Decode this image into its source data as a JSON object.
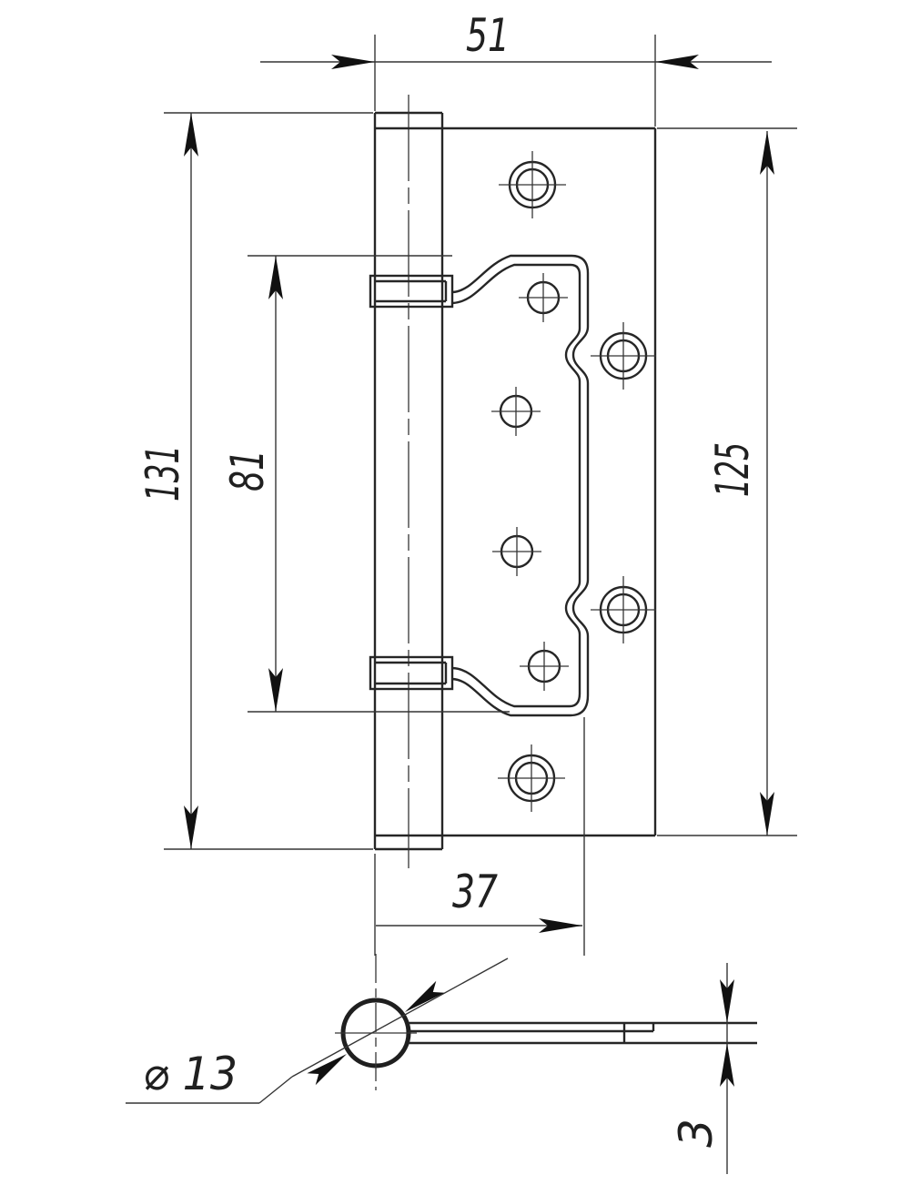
{
  "diagram": {
    "type": "technical-drawing",
    "subject": "non-mortise overlay door hinge, front view with bottom section view",
    "units": "mm",
    "colors": {
      "line": "#262626",
      "background": "#ffffff"
    },
    "dimensions": {
      "overall_width": "51",
      "overall_height": "131",
      "inner_leaf_height": "81",
      "plate_height": "125",
      "leaf_width": "37",
      "barrel_diameter": "⌀ 13",
      "leaf_thickness": "3"
    },
    "features": {
      "countersunk_holes": 4,
      "pilot_holes": 4,
      "clamp_brackets": 2
    }
  }
}
